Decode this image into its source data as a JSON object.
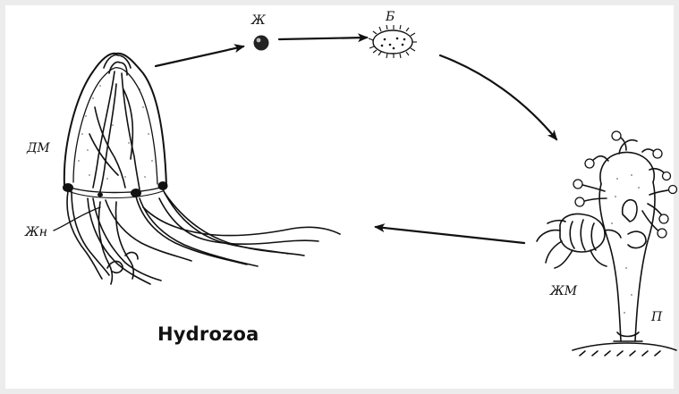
{
  "labels": {
    "egg": "Ж",
    "planula": "Б",
    "medusa_sac": "ДМ",
    "gonad": "Жн",
    "young_medusa": "ЖМ",
    "polyp": "П"
  },
  "title": "Hydrozoa",
  "colors": {
    "ink": "#111111",
    "background": "#ffffff",
    "frame": "#ececec"
  }
}
